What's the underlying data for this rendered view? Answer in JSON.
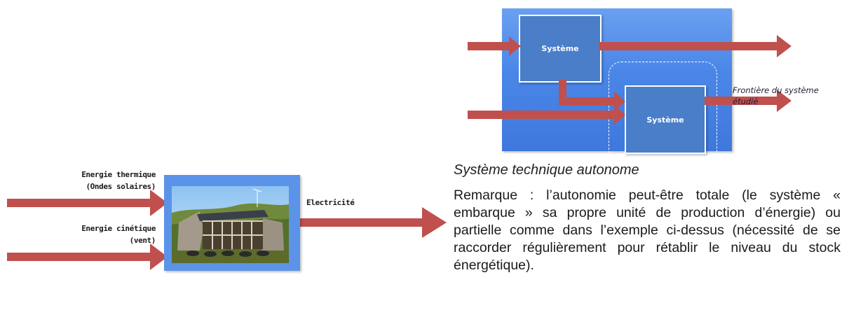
{
  "top_diagram": {
    "system_box_1": "Système",
    "system_box_2": "Système",
    "boundary_line1": "Frontière du système",
    "boundary_line2": "étudié"
  },
  "bottom_diagram": {
    "input_1_line1": "Energie thermique",
    "input_1_line2": "(Ondes solaires)",
    "input_2_line1": "Energie cinétique",
    "input_2_line2": "(vent)",
    "output_label": "Electricité"
  },
  "caption": "Système technique autonome",
  "remark": "Remarque : l’autonomie peut-être totale (le système « embarque » sa propre unité de production d’énergie) ou partielle comme dans l’exemple ci-dessus (nécessité de se raccorder régulièrement pour rétablir le niveau du stock énergétique).",
  "colors": {
    "arrow": "#c0504d",
    "panel": "#4a86e8",
    "box": "#4a7ec9"
  }
}
